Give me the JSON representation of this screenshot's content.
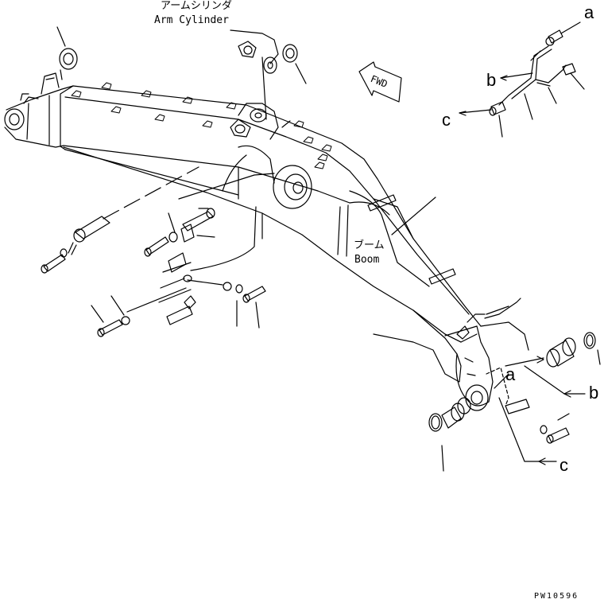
{
  "labels": {
    "arm_cylinder_jp": "アームシリンダ",
    "arm_cylinder_en": "Arm Cylinder",
    "boom_jp": "ブーム",
    "boom_en": "Boom",
    "fwd": "FWD",
    "a_top": "a",
    "b_top": "b",
    "c_top": "c",
    "a_bottom": "a",
    "b_bottom": "b",
    "c_bottom": "c",
    "drawing_code": "PW10596"
  },
  "colors": {
    "line": "#000000",
    "background": "#ffffff"
  }
}
